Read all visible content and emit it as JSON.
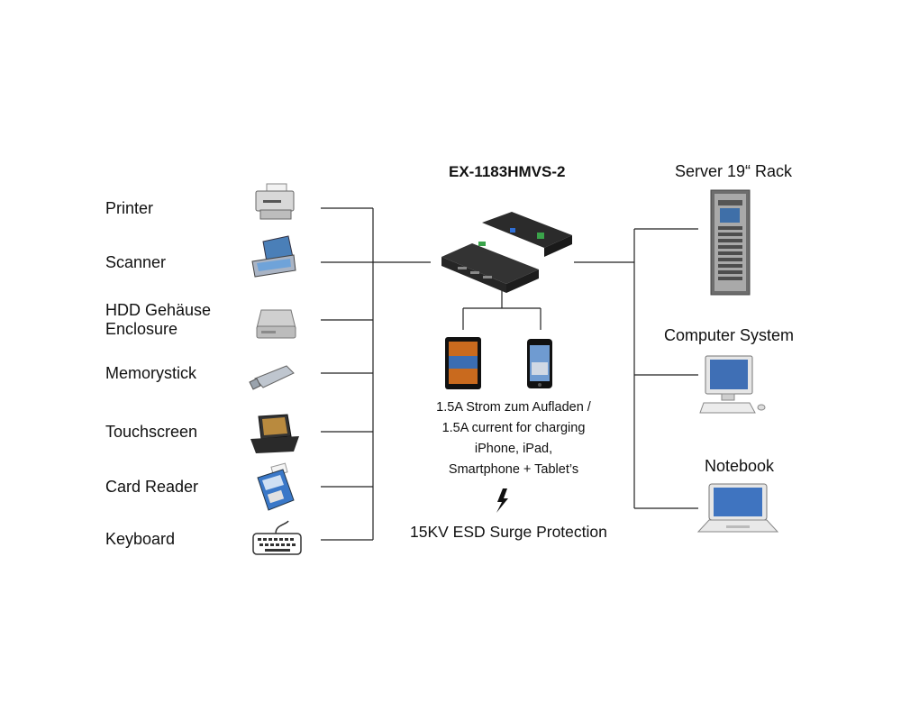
{
  "title": "EX-1183HMVS-2",
  "left_devices": [
    {
      "label": "Printer",
      "icon": "printer-icon"
    },
    {
      "label": "Scanner",
      "icon": "scanner-icon"
    },
    {
      "label": "HDD Gehäuse\nEnclosure",
      "icon": "hdd-icon"
    },
    {
      "label": "Memorystick",
      "icon": "usb-stick-icon"
    },
    {
      "label": "Touchscreen",
      "icon": "touchscreen-icon"
    },
    {
      "label": "Card Reader",
      "icon": "card-reader-icon"
    },
    {
      "label": "Keyboard",
      "icon": "keyboard-icon"
    }
  ],
  "right_devices": [
    {
      "label": "Server 19“ Rack",
      "icon": "server-rack-icon"
    },
    {
      "label": "Computer System",
      "icon": "desktop-computer-icon"
    },
    {
      "label": "Notebook",
      "icon": "notebook-icon"
    }
  ],
  "charging": {
    "line1": "1.5A Strom zum Aufladen /",
    "line2": "1.5A current for charging",
    "line3": "iPhone, iPad,",
    "line4": "Smartphone + Tablet’s"
  },
  "esd_text": "15KV ESD Surge Protection",
  "colors": {
    "line": "#222222",
    "device_dark": "#2b2b2b",
    "accent_green": "#3aa34a",
    "accent_blue": "#2f6fd6"
  }
}
